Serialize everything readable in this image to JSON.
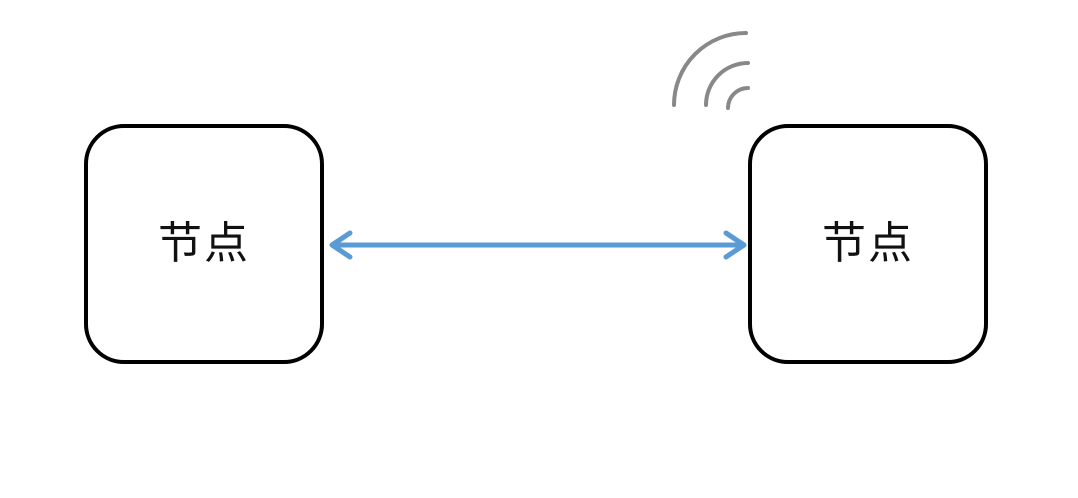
{
  "diagram": {
    "nodes": [
      {
        "label": "节点"
      },
      {
        "label": "节点"
      }
    ],
    "connection": {
      "type": "bidirectional-arrow",
      "color": "#5b9bd5"
    },
    "wireless_indicator": {
      "icon": "wifi-signal-icon",
      "color": "#888888",
      "attached_to": "right-node"
    }
  }
}
